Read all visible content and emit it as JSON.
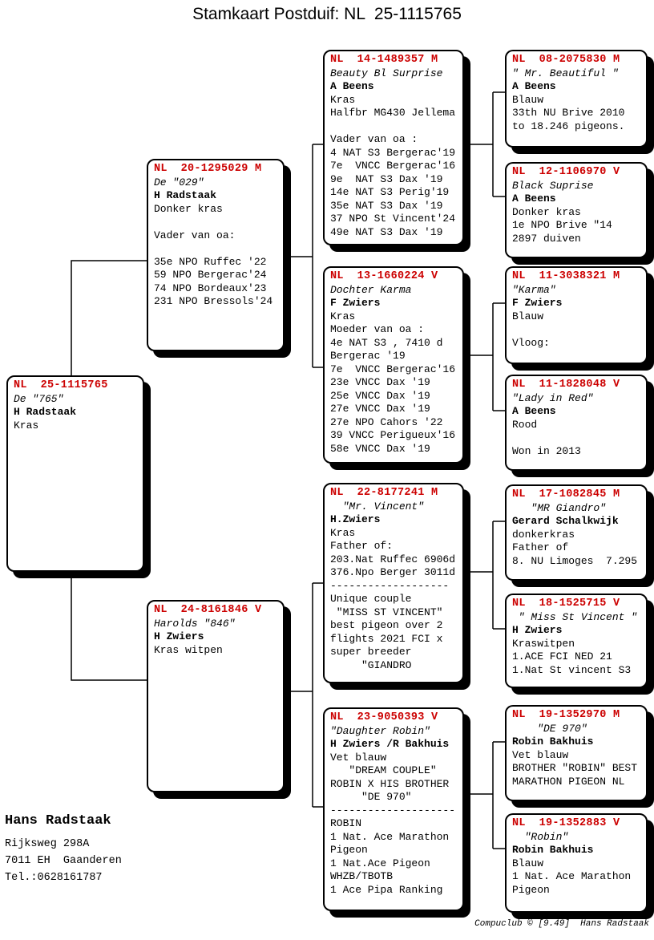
{
  "title": "Stamkaart Postduif: NL  25-1115765",
  "colors": {
    "ring_number_red": "#cc0000",
    "box_border": "#000000",
    "connector_line": "#000000",
    "background": "#ffffff"
  },
  "boxes": {
    "subject": {
      "ring": "NL  25-1115765",
      "name": "De \"765\"",
      "owner": "H Radstaak",
      "details": [
        "Kras"
      ]
    },
    "father": {
      "ring": "NL  20-1295029 M",
      "name": "De \"029\"",
      "owner": "H Radstaak",
      "details": [
        "Donker kras",
        "",
        "Vader van oa:",
        "",
        "35e NPO Ruffec '22",
        "59 NPO Bergerac'24",
        "74 NPO Bordeaux'23",
        "231 NPO Bressols'24"
      ]
    },
    "mother": {
      "ring": "NL  24-8161846 V",
      "name": "Harolds \"846\"",
      "owner": "H Zwiers",
      "details": [
        "Kras witpen"
      ]
    },
    "gp1": {
      "ring": "NL  14-1489357 M",
      "name": "Beauty Bl Surprise",
      "owner": "A Beens",
      "details": [
        "Kras",
        "Halfbr MG430 Jellema",
        "",
        "Vader van oa :",
        "4 NAT S3 Bergerac'19",
        "7e  VNCC Bergerac'16",
        "9e  NAT S3 Dax '19",
        "14e NAT S3 Perig'19",
        "35e NAT S3 Dax '19",
        "37 NPO St Vincent'24",
        "49e NAT S3 Dax '19"
      ]
    },
    "gp2": {
      "ring": "NL  13-1660224 V",
      "name": "Dochter Karma",
      "owner": "F Zwiers",
      "details": [
        "Kras",
        "Moeder van oa :",
        "4e NAT S3 , 7410 d",
        "Bergerac '19",
        "7e  VNCC Bergerac'16",
        "23e VNCC Dax '19",
        "25e VNCC Dax '19",
        "27e VNCC Dax '19",
        "27e NPO Cahors '22",
        "39 VNCC Perigueux'16",
        "58e VNCC Dax '19"
      ]
    },
    "gp3": {
      "ring": "NL  22-8177241 M",
      "name": "  \"Mr. Vincent\"",
      "owner": "H.Zwiers",
      "details": [
        "Kras",
        "Father of:",
        "203.Nat Ruffec 6906d",
        "376.Npo Berger 3011d",
        "-------------------",
        "Unique couple",
        " \"MISS ST VINCENT\"",
        "best pigeon over 2",
        "flights 2021 FCI x",
        "super breeder",
        "     \"GIANDRO"
      ]
    },
    "gp4": {
      "ring": "NL  23-9050393 V",
      "name": "\"Daughter Robin\"",
      "owner": "H Zwiers /R Bakhuis",
      "details": [
        "Vet blauw",
        "   \"DREAM COUPLE\"",
        "ROBIN X HIS BROTHER",
        "     \"DE 970\"",
        "--------------------",
        "ROBIN",
        "1 Nat. Ace Marathon",
        "Pigeon",
        "1 Nat.Ace Pigeon",
        "WHZB/TBOTB",
        "1 Ace Pipa Ranking"
      ]
    },
    "ggp1": {
      "ring": "NL  08-2075830 M",
      "name": "\" Mr. Beautiful \"",
      "owner": "A Beens",
      "details": [
        "Blauw",
        "33th NU Brive 2010",
        "to 18.246 pigeons."
      ]
    },
    "ggp2": {
      "ring": "NL  12-1106970 V",
      "name": "Black Suprise",
      "owner": "A Beens",
      "details": [
        "Donker kras",
        "1e NPO Brive \"14",
        "2897 duiven"
      ]
    },
    "ggp3": {
      "ring": "NL  11-3038321 M",
      "name": "\"Karma\"",
      "owner": "F Zwiers",
      "details": [
        "Blauw",
        "",
        "Vloog:"
      ]
    },
    "ggp4": {
      "ring": "NL  11-1828048 V",
      "name": "\"Lady in Red\"",
      "owner": "A Beens",
      "details": [
        "Rood",
        "",
        "Won in 2013"
      ]
    },
    "ggp5": {
      "ring": "NL  17-1082845 M",
      "name": "   \"MR Giandro\"",
      "owner": "Gerard Schalkwijk",
      "details": [
        "donkerkras",
        "Father of",
        "8. NU Limoges  7.295"
      ]
    },
    "ggp6": {
      "ring": "NL  18-1525715 V",
      "name": " \" Miss St Vincent \"",
      "owner": "H Zwiers",
      "details": [
        "Kraswitpen",
        "1.ACE FCI NED 21",
        "1.Nat St vincent S3"
      ]
    },
    "ggp7": {
      "ring": "NL  19-1352970 M",
      "name": "    \"DE 970\"",
      "owner": "Robin Bakhuis",
      "details": [
        "Vet blauw",
        "BROTHER \"ROBIN\" BEST",
        "MARATHON PIGEON NL"
      ]
    },
    "ggp8": {
      "ring": "NL  19-1352883 V",
      "name": "  \"Robin\"",
      "owner": "Robin Bakhuis",
      "details": [
        "Blauw",
        "1 Nat. Ace Marathon",
        "Pigeon"
      ]
    }
  },
  "owner_block": {
    "name": "Hans Radstaak",
    "lines": [
      "Rijksweg 298A",
      "7011 EH  Gaanderen",
      "Tel.:0628161787"
    ]
  },
  "footer": "Compuclub © [9.49]  Hans Radstaak"
}
